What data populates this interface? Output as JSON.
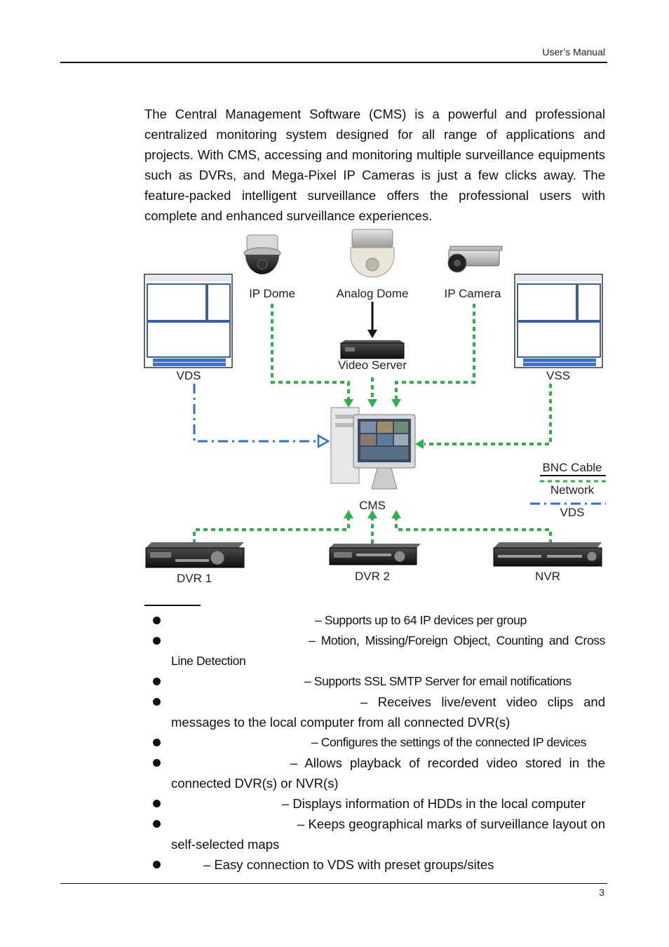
{
  "header": {
    "title": "User’s Manual"
  },
  "intro": {
    "paragraph": "The Central Management Software (CMS) is a powerful and professional centralized monitoring system designed for all range of applications and projects. With CMS, accessing and monitoring multiple surveillance equipments such as DVRs, and Mega-Pixel IP Cameras is just a few clicks away. The feature-packed intelligent surveillance offers the professional users with complete and enhanced surveillance experiences."
  },
  "diagram": {
    "labels": {
      "ip_dome": "IP Dome",
      "analog_dome": "Analog Dome",
      "ip_camera": "IP Camera",
      "video_server": "Video Server",
      "vds": "VDS",
      "vss": "VSS",
      "cms": "CMS",
      "dvr1": "DVR 1",
      "dvr2": "DVR 2",
      "nvr": "NVR"
    },
    "legend": {
      "bnc": "BNC Cable",
      "network": "Network",
      "vds": "VDS"
    },
    "colors": {
      "network": "#2bb34a",
      "vds": "#2e6fd6",
      "bnc": "#111111"
    }
  },
  "features": [
    {
      "text": "– Supports up to 64 IP devices per group"
    },
    {
      "text": "– Motion, Missing/Foreign Object, Counting and Cross Line Detection"
    },
    {
      "text": "– Supports SSL SMTP Server for email notifications"
    },
    {
      "text": "– Receives live/event video clips and messages to the local computer from all connected DVR(s)"
    },
    {
      "text": "– Configures the settings of the connected IP devices"
    },
    {
      "text": "– Allows playback of recorded video stored in the connected DVR(s) or NVR(s)"
    },
    {
      "text": "– Displays information of HDDs in the local computer"
    },
    {
      "text": "– Keeps geographical marks of surveillance layout on self-selected maps"
    },
    {
      "text": "– Easy connection to VDS with preset groups/sites"
    }
  ],
  "footer": {
    "page_number": "3"
  }
}
